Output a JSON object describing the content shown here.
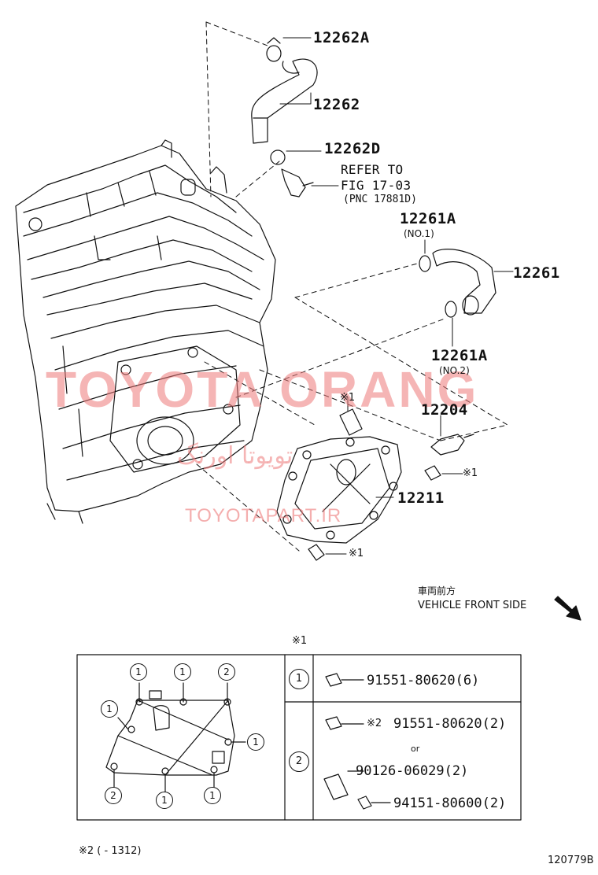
{
  "watermark": {
    "main": "TOYOTA ORANG",
    "arabic": "تویوتا اورنگ",
    "site": "TOYOTAPART.IR"
  },
  "parts": [
    {
      "id": "12262A",
      "sub": ""
    },
    {
      "id": "12262",
      "sub": ""
    },
    {
      "id": "12262D",
      "sub": ""
    },
    {
      "id": "12261A",
      "sub": "(NO.1)"
    },
    {
      "id": "12261",
      "sub": ""
    },
    {
      "id": "12261A",
      "sub": "(NO.2)"
    },
    {
      "id": "12204",
      "sub": ""
    },
    {
      "id": "12211",
      "sub": ""
    }
  ],
  "refer": {
    "line1": "REFER TO",
    "line2": "FIG 17-03",
    "line3": "(PNC 17881D)"
  },
  "marks": {
    "x1_a": "※1",
    "x1_b": "※1",
    "x1_c": "※1",
    "table_header": "※1"
  },
  "direction": {
    "jp": "車両前方",
    "en": "VEHICLE FRONT SIDE"
  },
  "table": {
    "rows": [
      {
        "key": "1",
        "items": [
          {
            "part": "91551-80620(6)",
            "prefix": ""
          }
        ]
      },
      {
        "key": "2",
        "items": [
          {
            "part": "91551-80620(2)",
            "prefix": "※2"
          },
          {
            "part": "or",
            "prefix": ""
          },
          {
            "part": "90126-06029(2)",
            "prefix": ""
          },
          {
            "part": "94151-80600(2)",
            "prefix": ""
          }
        ]
      }
    ],
    "callouts": [
      "1",
      "1",
      "2",
      "1",
      "1",
      "2",
      "1",
      "1"
    ]
  },
  "footnote": "※2 (        - 1312)",
  "figure_id": "120779B"
}
